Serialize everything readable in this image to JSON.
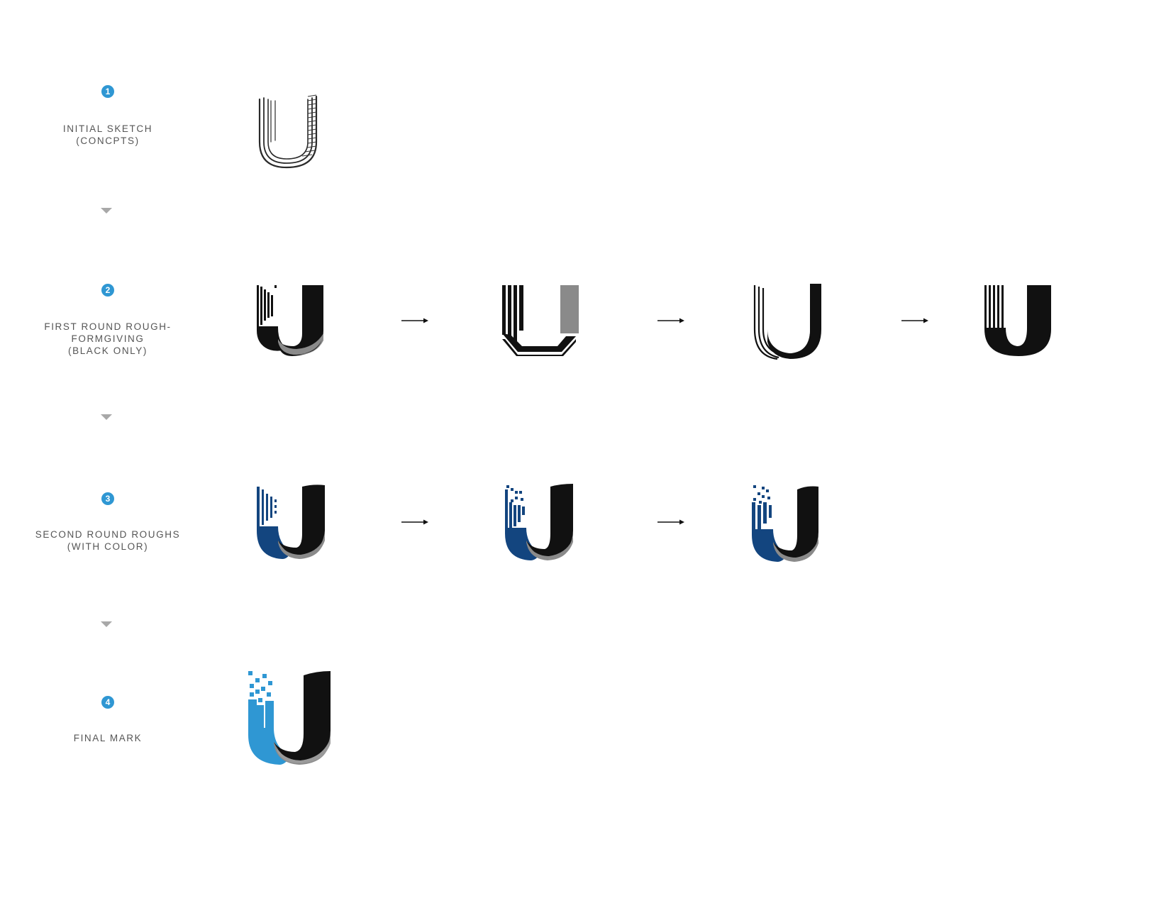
{
  "steps": [
    {
      "number": "1",
      "label": "INITIAL SKETCH\n(CONCPTS)"
    },
    {
      "number": "2",
      "label": "FIRST ROUND ROUGH-\nFORMGIVING\n(BLACK ONLY)"
    },
    {
      "number": "3",
      "label": "SECOND ROUND ROUGHS\n(WITH COLOR)"
    },
    {
      "number": "4",
      "label": "FINAL MARK"
    }
  ],
  "colors": {
    "badge": "#2f97d3",
    "caret": "#a8a8a8",
    "label_text": "#555555",
    "mark_black": "#111111",
    "mark_gray": "#8a8a8a",
    "mark_navy": "#13457f",
    "mark_light_blue": "#2f97d3"
  },
  "icons": {
    "step_badge": "numbered-circle",
    "divider": "down-triangle",
    "transition": "right-arrow"
  }
}
